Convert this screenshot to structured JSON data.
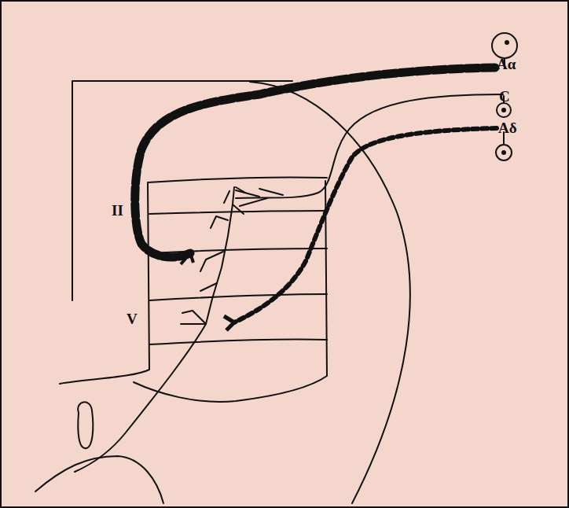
{
  "diagram": {
    "labels": [
      "Aα",
      "C",
      "Aδ",
      "II",
      "V"
    ]
  }
}
